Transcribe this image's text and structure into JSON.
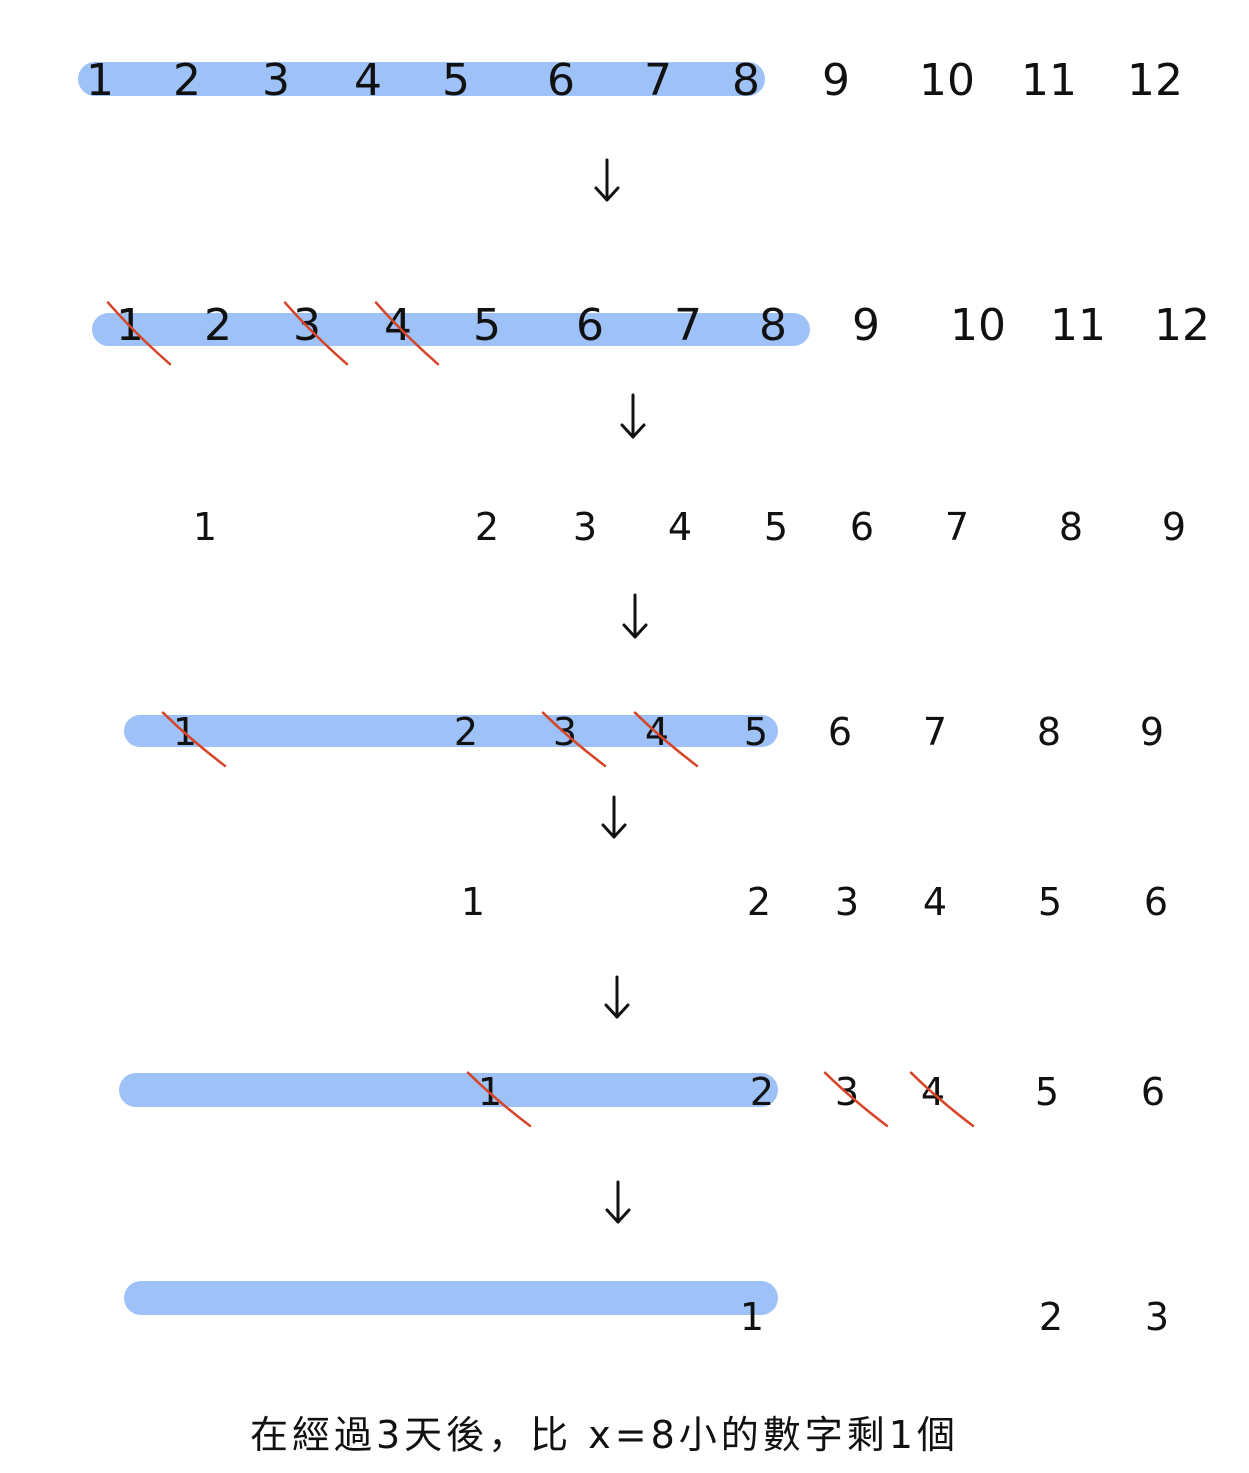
{
  "colors": {
    "highlight": "#9ec1f7",
    "strike": "#d64528",
    "ink": "#111111"
  },
  "rows": [
    {
      "numbers": [
        "1",
        "2",
        "3",
        "4",
        "5",
        "6",
        "7",
        "8",
        "9",
        "10",
        "11",
        "12"
      ],
      "crossed": []
    },
    {
      "numbers": [
        "1",
        "2",
        "3",
        "4",
        "5",
        "6",
        "7",
        "8",
        "9",
        "10",
        "11",
        "12"
      ],
      "crossed": [
        "1",
        "3",
        "4"
      ]
    },
    {
      "numbers": [
        "1",
        "2",
        "3",
        "4",
        "5",
        "6",
        "7",
        "8",
        "9"
      ],
      "crossed": []
    },
    {
      "numbers": [
        "1",
        "2",
        "3",
        "4",
        "5",
        "6",
        "7",
        "8",
        "9"
      ],
      "crossed": [
        "1",
        "3",
        "4"
      ]
    },
    {
      "numbers": [
        "1",
        "2",
        "3",
        "4",
        "5",
        "6"
      ],
      "crossed": []
    },
    {
      "numbers": [
        "1",
        "2",
        "3",
        "4",
        "5",
        "6"
      ],
      "crossed": [
        "1",
        "3",
        "4"
      ]
    },
    {
      "numbers": [
        "1",
        "2",
        "3"
      ],
      "crossed": []
    }
  ],
  "arrow_symbol": "↓",
  "caption": "在經過3天後，比 x=8小的數字剩1個"
}
